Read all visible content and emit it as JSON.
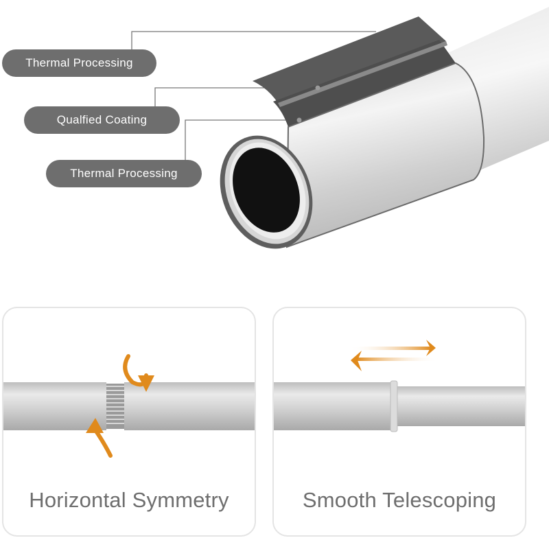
{
  "callouts": [
    {
      "label": "Thermal Processing"
    },
    {
      "label": "Qualfied Coating"
    },
    {
      "label": "Thermal Processing"
    }
  ],
  "panels": [
    {
      "caption": "Horizontal Symmetry",
      "icon": "rotate-arrows-icon"
    },
    {
      "caption": "Smooth Telescoping",
      "icon": "slide-arrows-icon"
    }
  ],
  "colors": {
    "callout_bg": "#6e6e6e",
    "callout_text": "#ffffff",
    "accent_orange": "#e08a1c",
    "caption_text": "#6e6e6e",
    "panel_border": "#e4e4e4",
    "tube_light": "#e4e4e4",
    "tube_dark": "#a8a8a8",
    "layer_dark": "#5c5c5c"
  }
}
